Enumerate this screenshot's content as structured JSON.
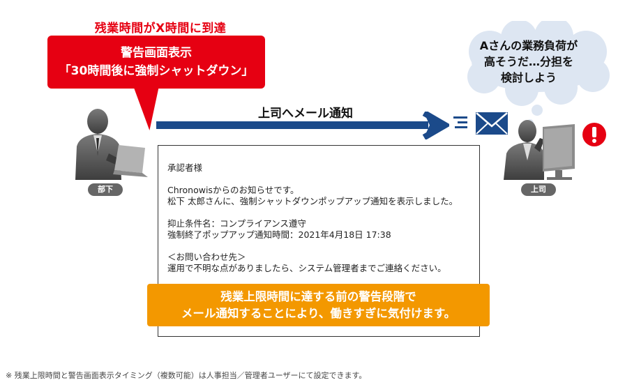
{
  "top_label": "残業時間がX時間に到達",
  "warning_bubble": {
    "line1": "警告画面表示",
    "line2": "「30時間後に強制シャットダウン」"
  },
  "arrow_label": "上司へメール通知",
  "subordinate_label": "部下",
  "boss_label": "上司",
  "thought_cloud": {
    "line1": "Aさんの業務負荷が",
    "line2": "高そうだ…分担を",
    "line3": "検討しよう"
  },
  "email": {
    "greeting": "承認者様",
    "body1": "Chronowisからのお知らせです。",
    "body2": "松下 太郎さんに、強制シャットダウンポップアップ通知を表示しました。",
    "condition": "抑止条件名：コンプライアンス遵守",
    "time": "強制終了ポップアップ通知時間：2021年4月18日 17:38",
    "contact_header": "＜お問い合わせ先＞",
    "contact_body": "運用で不明な点がありましたら、システム管理者までご連絡ください。"
  },
  "callout": {
    "line1": "残業上限時間に達する前の警告段階で",
    "line2": "メール通知することにより、働きすぎに気付けます。"
  },
  "footnote": "※ 残業上限時間と警告画面表示タイミング（複数可能）は人事担当／管理者ユーザーにて設定できます。",
  "icons": {
    "subordinate": "person-with-laptop-icon",
    "boss": "person-at-monitor-icon",
    "mail": "envelope-icon",
    "alert": "exclamation-icon"
  },
  "colors": {
    "red": "#e60012",
    "navy": "#1b4a8a",
    "orange": "#f39800",
    "cloud": "#dde6f2",
    "gray": "#666666"
  }
}
